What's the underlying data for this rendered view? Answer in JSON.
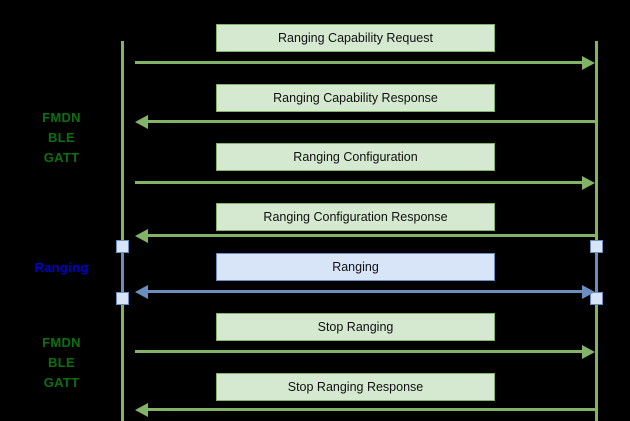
{
  "diagram": {
    "type": "sequence-diagram",
    "background_color": "#000000",
    "colors": {
      "gatt_green_stroke": "#82b366",
      "gatt_green_fill": "#d5e8d0",
      "ranging_blue_stroke": "#6c8ebf",
      "ranging_blue_fill": "#d8e5f8",
      "gatt_label_text": "#0c7010",
      "ranging_label_text": "#0000cc",
      "message_text": "#111111"
    },
    "phase_labels": [
      {
        "id": "phase-fmdn-ble-gatt-top",
        "text": "FMDN\nBLE\nGATT",
        "color": "#0c7010"
      },
      {
        "id": "phase-ranging",
        "text": "Ranging",
        "color": "#0000cc"
      },
      {
        "id": "phase-fmdn-ble-gatt-bottom",
        "text": "FMDN\nBLE\nGATT",
        "color": "#0c7010"
      }
    ],
    "lifelines": [
      {
        "id": "lifeline-left",
        "color": "#82b366"
      },
      {
        "id": "lifeline-right",
        "color": "#82b366"
      }
    ],
    "messages": [
      {
        "index": 1,
        "label": "Ranging Capability Request",
        "direction": "left-to-right",
        "style": "green"
      },
      {
        "index": 2,
        "label": "Ranging Capability Response",
        "direction": "right-to-left",
        "style": "green"
      },
      {
        "index": 3,
        "label": "Ranging Configuration",
        "direction": "left-to-right",
        "style": "green"
      },
      {
        "index": 4,
        "label": "Ranging Configuration Response",
        "direction": "right-to-left",
        "style": "green"
      },
      {
        "index": 5,
        "label": "Ranging",
        "direction": "right-to-left",
        "style": "blue"
      },
      {
        "index": 6,
        "label": "Stop Ranging",
        "direction": "left-to-right",
        "style": "green"
      },
      {
        "index": 7,
        "label": "Stop Ranging Response",
        "direction": "right-to-left",
        "style": "green"
      }
    ],
    "activation_bars": [
      {
        "id": "activation-left",
        "style": "blue"
      },
      {
        "id": "activation-right",
        "style": "blue"
      }
    ]
  }
}
